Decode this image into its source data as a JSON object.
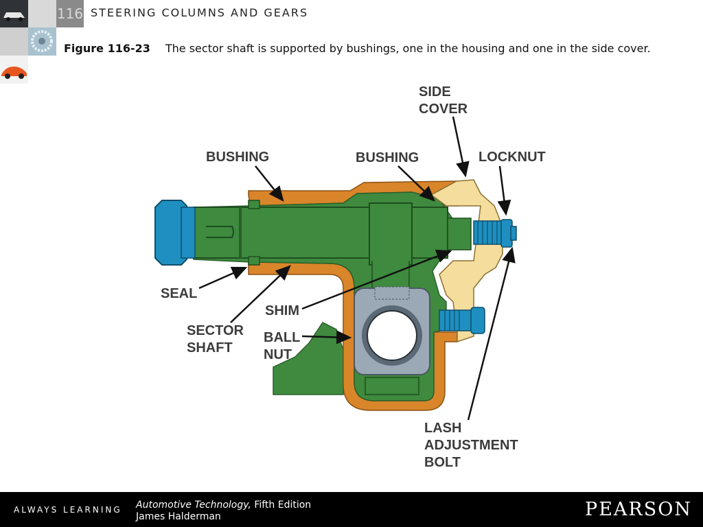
{
  "header": {
    "chapter_number": "116",
    "chapter_title": "STEERING COLUMNS AND GEARS"
  },
  "caption": {
    "figure_label": "Figure 116-23",
    "text": "The sector shaft is supported by bushings, one in the housing and one in the side cover."
  },
  "diagram": {
    "labels": {
      "side_cover_1": "SIDE",
      "side_cover_2": "COVER",
      "bushing_left": "BUSHING",
      "bushing_right": "BUSHING",
      "locknut": "LOCKNUT",
      "seal": "SEAL",
      "shim": "SHIM",
      "sector_1": "SECTOR",
      "sector_2": "SHAFT",
      "ball_1": "BALL",
      "ball_2": "NUT",
      "lash_1": "LASH",
      "lash_2": "ADJUSTMENT",
      "lash_3": "BOLT"
    },
    "colors": {
      "housing": "#3f8a3f",
      "bushing": "#d9852a",
      "side_cover": "#f5dd9e",
      "nut": "#1e8fc0",
      "ball_nut": "#9aa9b5"
    }
  },
  "footer": {
    "tagline": "ALWAYS LEARNING",
    "book_title": "Automotive Technology,",
    "edition": " Fifth Edition",
    "author": "James Halderman",
    "publisher": "PEARSON"
  }
}
